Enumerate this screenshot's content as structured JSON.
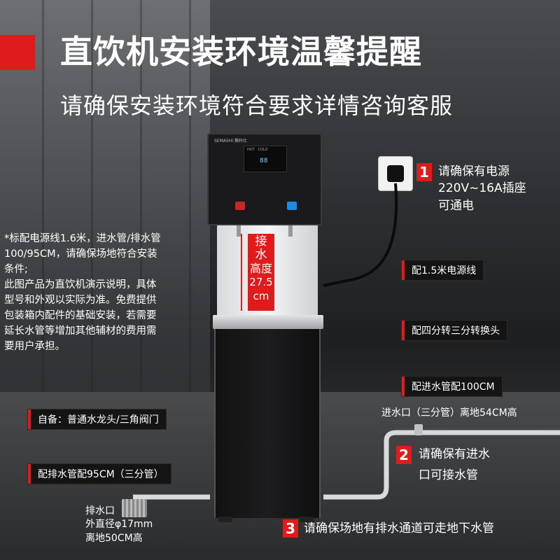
{
  "header": {
    "title": "直饮机安装环境温馨提醒",
    "subtitle": "请确保安装环境符合要求详情咨询客服"
  },
  "machine": {
    "brand": "SEMASHI 赛码仕",
    "panel_label": "HOT · COLD",
    "panel_digits": "88",
    "height_label": [
      "接",
      "水",
      "高度",
      "27.5",
      "cm"
    ]
  },
  "left_note": [
    "*标配电源线1.6米，进水管/排水管",
    "100/95CM，请确保场地符合安装",
    "条件;",
    "此图产品为直饮机演示说明，具体",
    "型号和外观以实际为准。免费提供",
    "包装箱内配件的基础安装，若需要",
    "延长水管等增加其他辅材的费用需",
    "要用户承担。"
  ],
  "callouts": {
    "self_prepare": "自备：普通水龙头/三角阀门",
    "drain_pipe": "配排水管配95CM（三分管）",
    "power_cable": "配1.5米电源线",
    "adapter": "配四分转三分转换头",
    "inlet_pipe": "配进水管配100CM"
  },
  "steps": [
    {
      "num": "1",
      "lines": [
        "请确保有电源",
        "220V~16A插座",
        "可通电"
      ]
    },
    {
      "num": "2",
      "lines": [
        "请确保有进水",
        "口可接水管"
      ]
    },
    {
      "num": "3",
      "lines": [
        "请确保场地有排水通道可走地下水管"
      ]
    }
  ],
  "inlet_note": "进水口（三分管）离地54CM高",
  "drain_note": [
    "排水口",
    "外直径φ17mm",
    "离地50CM高"
  ],
  "colors": {
    "accent": "#e01b1b",
    "tag_bg": "#141414"
  }
}
